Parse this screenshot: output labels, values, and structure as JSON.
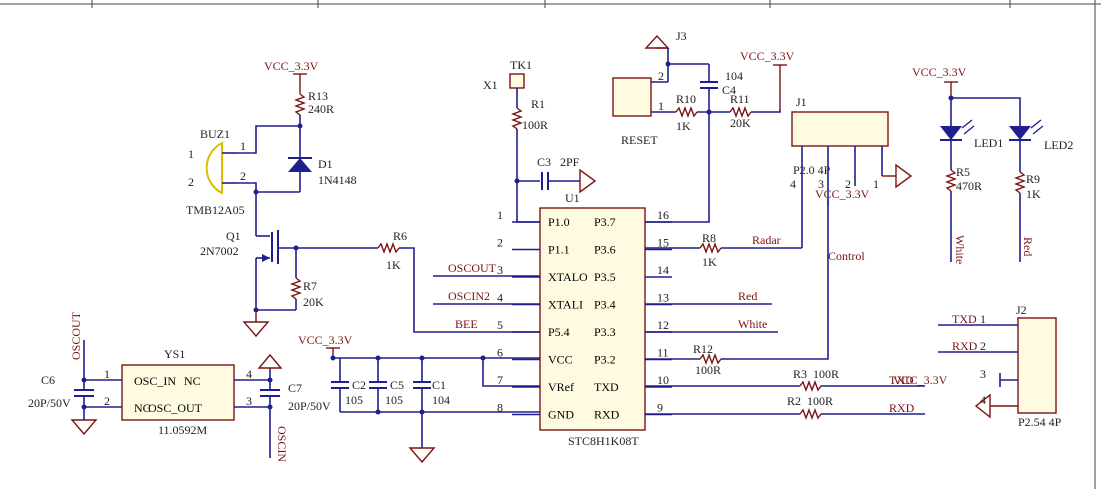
{
  "power": {
    "vcc": "VCC_3.3V"
  },
  "ic": {
    "ref": "U1",
    "part": "STC8H1K08T",
    "left_pins": [
      {
        "num": "1",
        "name": "P1.0"
      },
      {
        "num": "2",
        "name": "P1.1"
      },
      {
        "num": "3",
        "name": "XTALO"
      },
      {
        "num": "4",
        "name": "XTALI"
      },
      {
        "num": "5",
        "name": "P5.4"
      },
      {
        "num": "6",
        "name": "VCC"
      },
      {
        "num": "7",
        "name": "VRef"
      },
      {
        "num": "8",
        "name": "GND"
      }
    ],
    "right_pins": [
      {
        "num": "16",
        "name": "P3.7"
      },
      {
        "num": "15",
        "name": "P3.6"
      },
      {
        "num": "14",
        "name": "P3.5"
      },
      {
        "num": "13",
        "name": "P3.4"
      },
      {
        "num": "12",
        "name": "P3.3"
      },
      {
        "num": "11",
        "name": "P3.2"
      },
      {
        "num": "10",
        "name": "TXD"
      },
      {
        "num": "9",
        "name": "RXD"
      }
    ]
  },
  "nets": {
    "osc_out": "OSCOUT",
    "osc_in": "OSCIN",
    "osc_in2": "OSCIN2",
    "bee": "BEE",
    "red": "Red",
    "white": "White",
    "radar": "Radar",
    "control": "Control",
    "txd": "TXD",
    "rxd": "RXD"
  },
  "parts": {
    "r1": {
      "ref": "R1",
      "val": "100R"
    },
    "r2": {
      "ref": "R2",
      "val": "100R"
    },
    "r3": {
      "ref": "R3",
      "val": "100R"
    },
    "r5": {
      "ref": "R5",
      "val": "470R"
    },
    "r6": {
      "ref": "R6",
      "val": "1K"
    },
    "r7": {
      "ref": "R7",
      "val": "20K"
    },
    "r8": {
      "ref": "R8",
      "val": "1K"
    },
    "r9": {
      "ref": "R9",
      "val": "1K"
    },
    "r10": {
      "ref": "R10",
      "val": "1K"
    },
    "r11": {
      "ref": "R11",
      "val": "20K"
    },
    "r12": {
      "ref": "R12",
      "val": "100R"
    },
    "r13": {
      "ref": "R13",
      "val": "240R"
    },
    "c1": {
      "ref": "C1",
      "val": "104"
    },
    "c2": {
      "ref": "C2",
      "val": "105"
    },
    "c3": {
      "ref": "C3",
      "val": "2PF"
    },
    "c4": {
      "ref": "C4",
      "val": "104"
    },
    "c5": {
      "ref": "C5",
      "val": "105"
    },
    "c6": {
      "ref": "C6",
      "val": "20P/50V"
    },
    "c7": {
      "ref": "C7",
      "val": "20P/50V"
    },
    "d1": {
      "ref": "D1",
      "val": "1N4148"
    },
    "q1": {
      "ref": "Q1",
      "val": "2N7002"
    },
    "buz1": {
      "ref": "BUZ1",
      "val": "TMB12A05"
    },
    "led1": {
      "ref": "LED1",
      "label": "White"
    },
    "led2": {
      "ref": "LED2",
      "label": "Red"
    },
    "ys1": {
      "ref": "YS1",
      "val": "11.0592M",
      "pin_in": "OSC_IN",
      "pin_out": "OSC_OUT",
      "nc1": "NC",
      "nc2": "NC"
    },
    "j1": {
      "ref": "J1",
      "val": "P2.0 4P"
    },
    "j2": {
      "ref": "J2",
      "val": "P2.54 4P"
    },
    "j3": {
      "ref": "J3"
    },
    "tk1": {
      "ref": "TK1"
    },
    "x1": {
      "ref": "X1"
    },
    "reset": {
      "label": "RESET"
    }
  },
  "j2_pins": [
    {
      "num": "1",
      "net": "TXD"
    },
    {
      "num": "2",
      "net": "RXD"
    },
    {
      "num": "3",
      "net": ""
    },
    {
      "num": "4",
      "net": ""
    }
  ],
  "pin_numbers": {
    "one": "1",
    "two": "2",
    "three": "3",
    "four": "4"
  }
}
